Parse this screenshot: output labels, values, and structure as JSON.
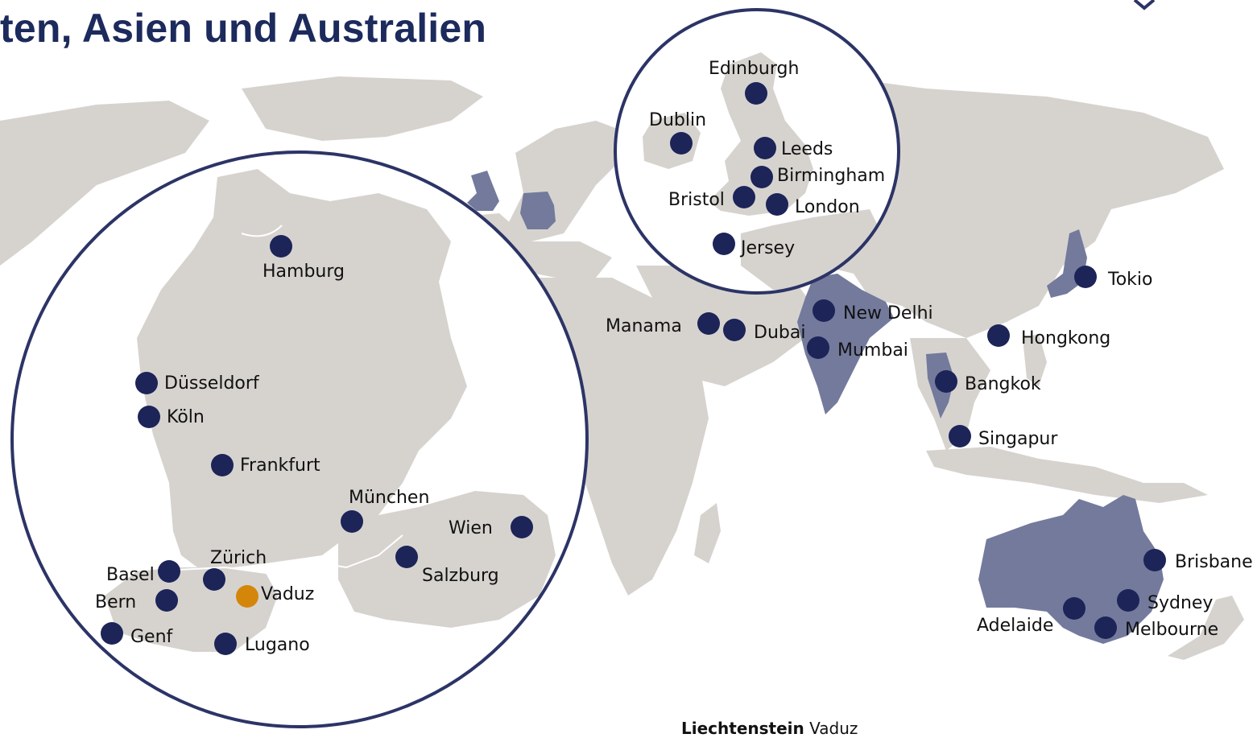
{
  "title": "ten, Asien und Australien",
  "footer": {
    "country": "Liechtenstein",
    "city": "Vaduz"
  },
  "colors": {
    "land": "#d6d3cf",
    "highlight": "#737a9c",
    "marker": "#1c2458",
    "home": "#d4860b",
    "circle_border": "#2c3466"
  },
  "world_cities": [
    {
      "id": "tokio",
      "label": "Tokio"
    },
    {
      "id": "hongkong",
      "label": "Hongkong"
    },
    {
      "id": "new-delhi",
      "label": "New Delhi"
    },
    {
      "id": "mumbai",
      "label": "Mumbai"
    },
    {
      "id": "manama",
      "label": "Manama"
    },
    {
      "id": "dubai",
      "label": "Dubai"
    },
    {
      "id": "bangkok",
      "label": "Bangkok"
    },
    {
      "id": "singapur",
      "label": "Singapur"
    },
    {
      "id": "brisbane",
      "label": "Brisbane"
    },
    {
      "id": "sydney",
      "label": "Sydney"
    },
    {
      "id": "melbourne",
      "label": "Melbourne"
    },
    {
      "id": "adelaide",
      "label": "Adelaide"
    }
  ],
  "uk_cities": [
    {
      "id": "edinburgh",
      "label": "Edinburgh"
    },
    {
      "id": "dublin",
      "label": "Dublin"
    },
    {
      "id": "leeds",
      "label": "Leeds"
    },
    {
      "id": "birmingham",
      "label": "Birmingham"
    },
    {
      "id": "bristol",
      "label": "Bristol"
    },
    {
      "id": "london",
      "label": "London"
    },
    {
      "id": "jersey",
      "label": "Jersey"
    }
  ],
  "dach_cities": [
    {
      "id": "hamburg",
      "label": "Hamburg"
    },
    {
      "id": "duesseldorf",
      "label": "Düsseldorf"
    },
    {
      "id": "koeln",
      "label": "Köln"
    },
    {
      "id": "frankfurt",
      "label": "Frankfurt"
    },
    {
      "id": "muenchen",
      "label": "München"
    },
    {
      "id": "wien",
      "label": "Wien"
    },
    {
      "id": "salzburg",
      "label": "Salzburg"
    },
    {
      "id": "zuerich",
      "label": "Zürich"
    },
    {
      "id": "basel",
      "label": "Basel"
    },
    {
      "id": "bern",
      "label": "Bern"
    },
    {
      "id": "vaduz",
      "label": "Vaduz"
    },
    {
      "id": "genf",
      "label": "Genf"
    },
    {
      "id": "lugano",
      "label": "Lugano"
    }
  ]
}
